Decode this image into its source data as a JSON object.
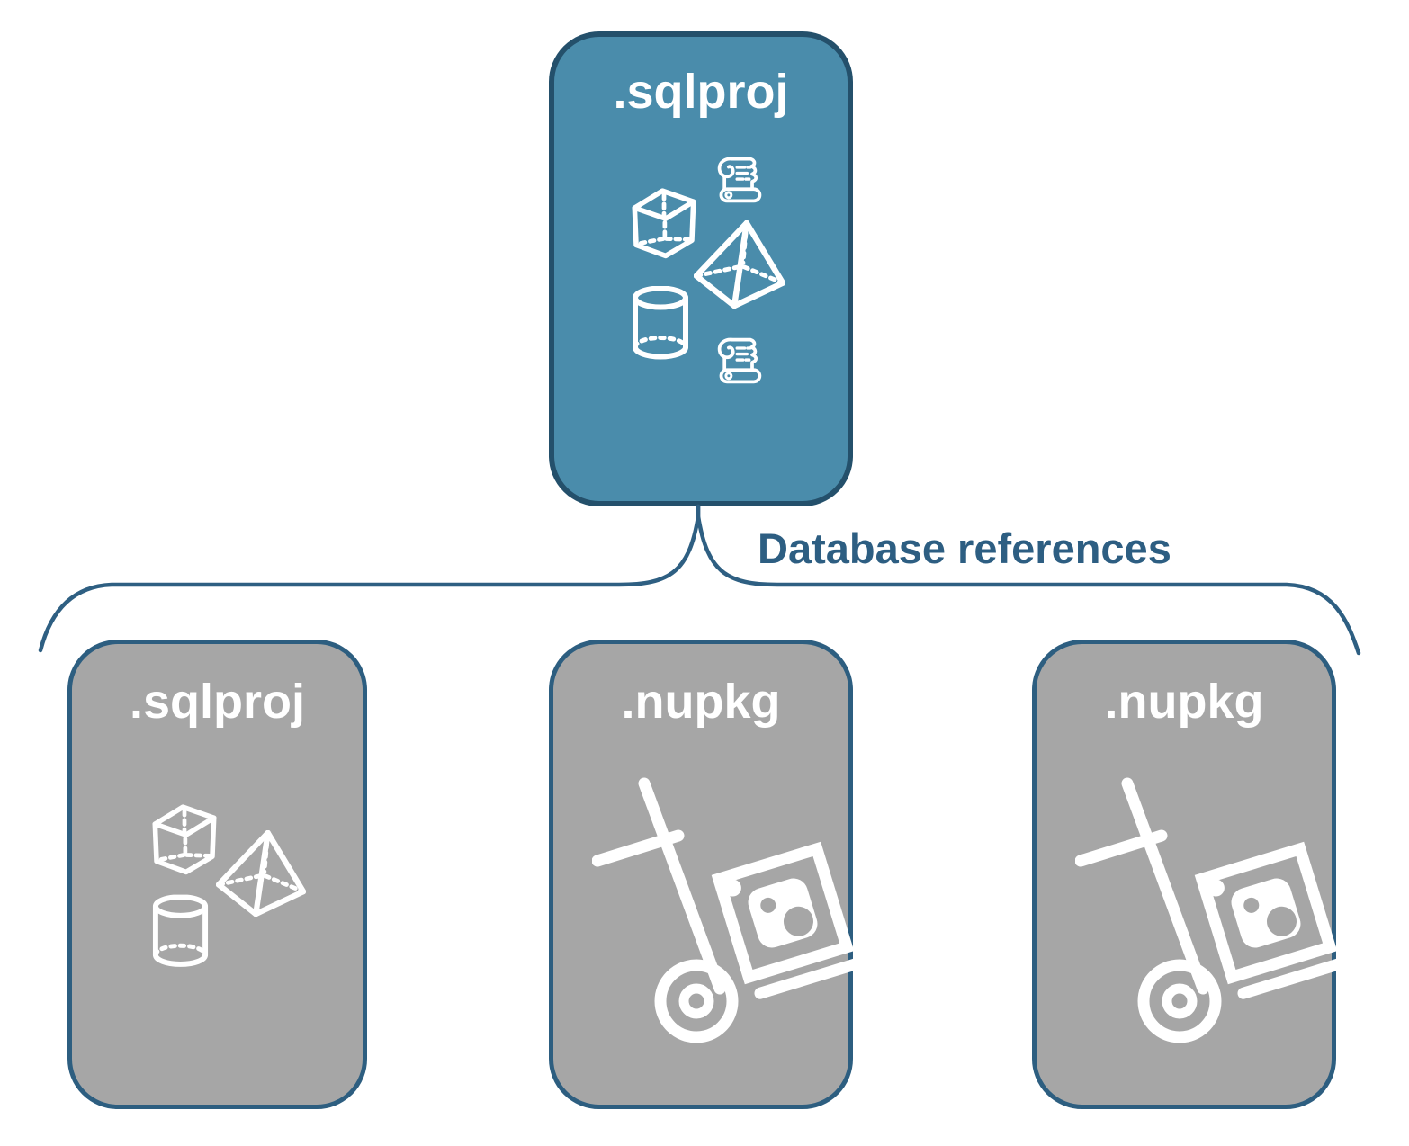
{
  "diagram": {
    "parent_box": {
      "label": ".sqlproj",
      "fill": "#4a8cab",
      "border_color": "#24506b",
      "text_color": "#ffffff",
      "icons": [
        "cube-icon",
        "scroll-icon",
        "pyramid-icon",
        "cylinder-icon",
        "scroll-icon"
      ]
    },
    "connector": {
      "label": "Database references",
      "line_color": "#2e5f82",
      "text_color": "#2d5e82"
    },
    "child_boxes": [
      {
        "label": ".sqlproj",
        "fill": "#a6a6a6",
        "border_color": "#2d5e80",
        "text_color": "#ffffff",
        "icons": [
          "cube-icon",
          "pyramid-icon",
          "cylinder-icon"
        ]
      },
      {
        "label": ".nupkg",
        "fill": "#a6a6a6",
        "border_color": "#2d5e80",
        "text_color": "#ffffff",
        "icons": [
          "handtruck-package-icon"
        ]
      },
      {
        "label": ".nupkg",
        "fill": "#a6a6a6",
        "border_color": "#2d5e80",
        "text_color": "#ffffff",
        "icons": [
          "handtruck-package-icon"
        ]
      }
    ]
  }
}
